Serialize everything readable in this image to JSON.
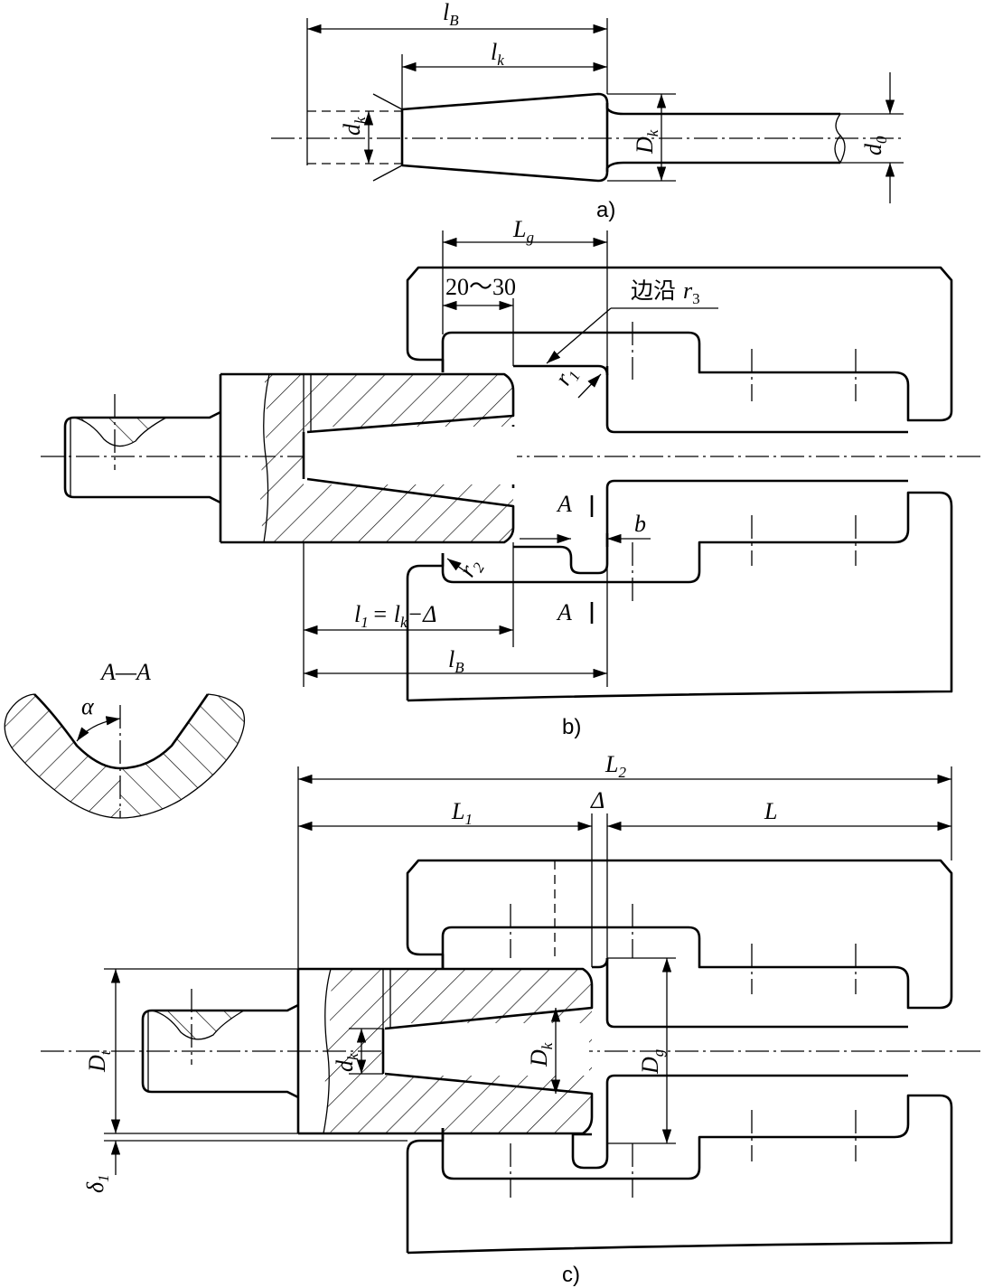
{
  "figure_a": {
    "caption": "a)",
    "labels": {
      "lB": "l",
      "lB_sub": "B",
      "lk": "l",
      "lk_sub": "k",
      "dk": "d",
      "dk_sub": "k",
      "Dk": "D",
      "Dk_sub": "k",
      "d0": "d",
      "d0_sub": "0"
    }
  },
  "figure_b": {
    "caption": "b)",
    "labels": {
      "Lg": "L",
      "Lg_sub": "g",
      "range": "20～30",
      "edge_note": "边沿 ",
      "r3": "r",
      "r3_sub": "3",
      "r1": "r",
      "r1_sub": "1",
      "r2": "r",
      "r2_sub": "2",
      "A_top": "A",
      "A_bottom": "A",
      "b": "b",
      "l1_formula": "= l",
      "l1": "l",
      "l1_sub": "1",
      "l1_rest_sub": "k",
      "l1_delta": "−Δ",
      "lB": "l",
      "lB_sub": "B"
    }
  },
  "section_aa": {
    "title": "A—A",
    "alpha": "α"
  },
  "figure_c": {
    "caption": "c)",
    "labels": {
      "L2": "L",
      "L2_sub": "2",
      "L1": "L",
      "L1_sub": "1",
      "delta": "Δ",
      "L": "L",
      "Dt": "D",
      "Dt_sub": "t",
      "dk": "d",
      "dk_sub": "k",
      "Dk": "D",
      "Dk_sub": "k",
      "Dg": "D",
      "Dg_sub": "g",
      "delta1": "δ",
      "delta1_sub": "1"
    }
  }
}
